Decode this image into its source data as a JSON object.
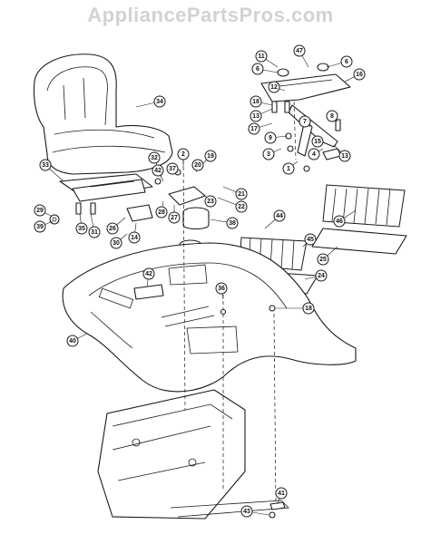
{
  "watermark": "AppliancePartsPros.com",
  "callouts": [
    {
      "label": "1"
    },
    {
      "label": "2"
    },
    {
      "label": "3"
    },
    {
      "label": "4"
    },
    {
      "label": "6"
    },
    {
      "label": "6"
    },
    {
      "label": "7"
    },
    {
      "label": "8"
    },
    {
      "label": "9"
    },
    {
      "label": "11"
    },
    {
      "label": "12"
    },
    {
      "label": "13"
    },
    {
      "label": "13"
    },
    {
      "label": "14"
    },
    {
      "label": "15"
    },
    {
      "label": "16"
    },
    {
      "label": "17"
    },
    {
      "label": "18"
    },
    {
      "label": "18"
    },
    {
      "label": "19"
    },
    {
      "label": "20"
    },
    {
      "label": "21"
    },
    {
      "label": "22"
    },
    {
      "label": "23"
    },
    {
      "label": "24"
    },
    {
      "label": "25"
    },
    {
      "label": "26"
    },
    {
      "label": "27"
    },
    {
      "label": "28"
    },
    {
      "label": "29"
    },
    {
      "label": "30"
    },
    {
      "label": "31"
    },
    {
      "label": "32"
    },
    {
      "label": "33"
    },
    {
      "label": "34"
    },
    {
      "label": "35"
    },
    {
      "label": "36"
    },
    {
      "label": "37"
    },
    {
      "label": "38"
    },
    {
      "label": "39"
    },
    {
      "label": "40"
    },
    {
      "label": "41"
    },
    {
      "label": "42"
    },
    {
      "label": "42"
    },
    {
      "label": "43"
    },
    {
      "label": "44"
    },
    {
      "label": "45"
    },
    {
      "label": "46"
    },
    {
      "label": "47"
    }
  ]
}
